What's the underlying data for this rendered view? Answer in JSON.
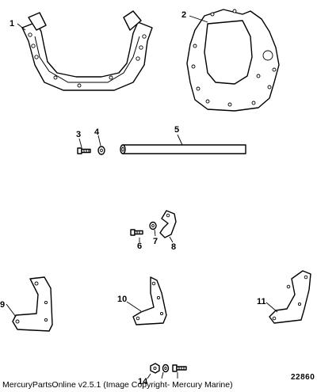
{
  "callouts": [
    "1",
    "2",
    "3",
    "4",
    "5",
    "6",
    "7",
    "8",
    "9",
    "10",
    "11",
    "14"
  ],
  "footer_text": "MercuryPartsOnline v2.5.1 (Image Copyright- Mercury Marine)",
  "illustration_number": "22860"
}
